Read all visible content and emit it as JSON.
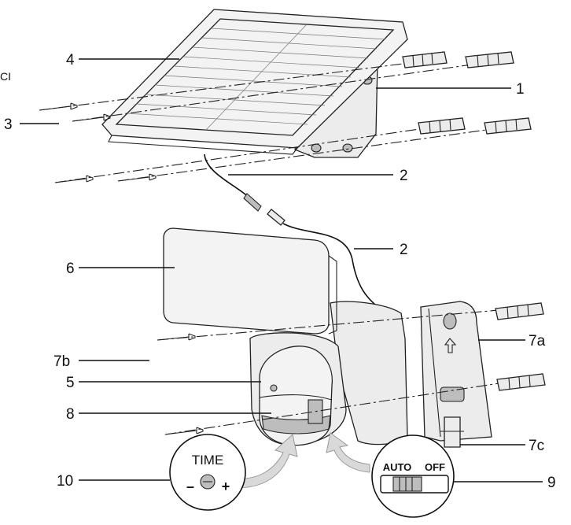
{
  "corner_text": "CI",
  "labels": {
    "l1": "1",
    "l2a": "2",
    "l2b": "2",
    "l3": "3",
    "l4": "4",
    "l5": "5",
    "l6": "6",
    "l7a": "7a",
    "l7b": "7b",
    "l7c": "7c",
    "l8": "8",
    "l9": "9",
    "l10": "10"
  },
  "time_dial": {
    "title": "TIME",
    "minus": "–",
    "plus": "+"
  },
  "mode_switch": {
    "auto": "AUTO",
    "off": "OFF"
  },
  "colors": {
    "line": "#111111",
    "fill": "#f3f3f3",
    "arrow": "#d9d9d9"
  }
}
